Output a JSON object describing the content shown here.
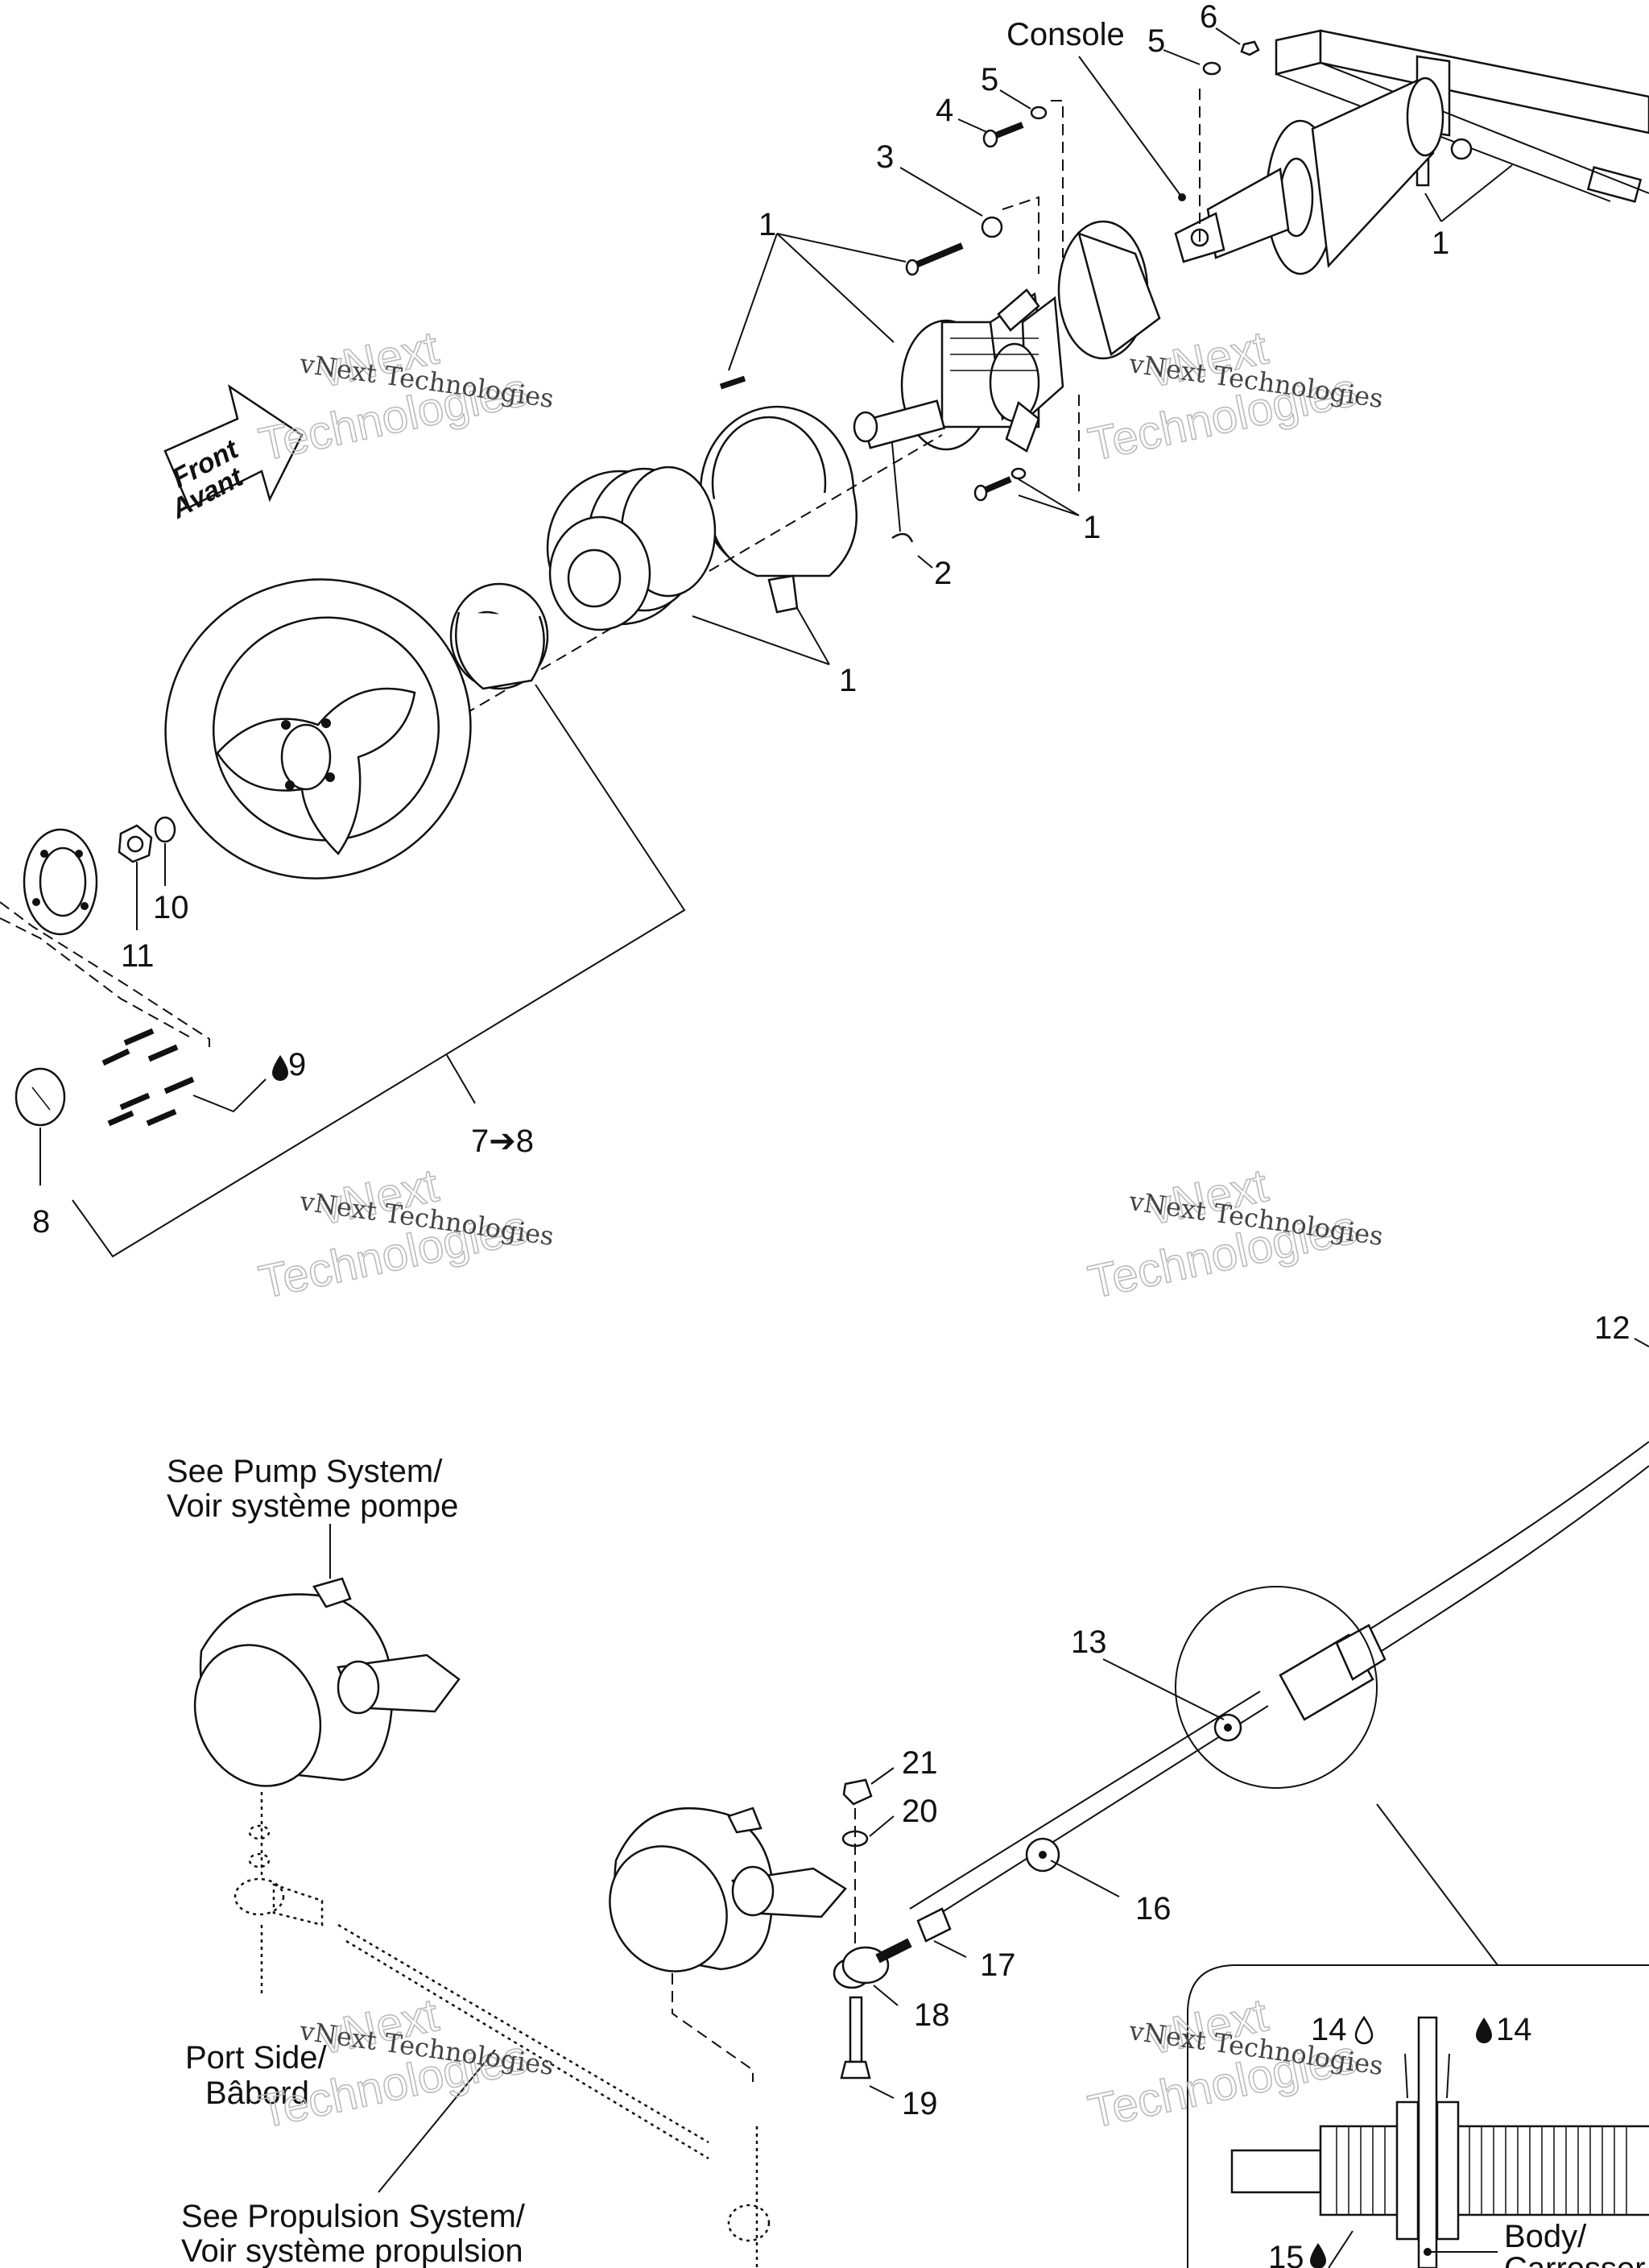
{
  "labels": {
    "console": "Console",
    "l1": "1",
    "l2": "2",
    "l3": "3",
    "l4": "4",
    "l5": "5",
    "l6": "6",
    "l7to8": "7➔8",
    "l8": "8",
    "l9": "9",
    "l10": "10",
    "l11": "11",
    "l12": "12",
    "l13": "13",
    "l14": "14",
    "l15": "15",
    "l16": "16",
    "l17": "17",
    "l18": "18",
    "l19": "19",
    "l20": "20",
    "l21": "21"
  },
  "notes": {
    "front_en": "Front",
    "front_fr": "Avant",
    "pump_en": "See Pump System/",
    "pump_fr": "Voir système pompe",
    "port_en": "Port Side/",
    "port_fr": "Bâbord",
    "prop_en": "See Propulsion System/",
    "prop_fr": "Voir système propulsion",
    "body_en": "Body/",
    "body_fr": "Carrosser"
  },
  "watermark": {
    "line1": "vNext Technologies",
    "line2a": "vNext",
    "line2b": "Technologies"
  },
  "icons": {
    "adhesive": "drop-icon"
  }
}
